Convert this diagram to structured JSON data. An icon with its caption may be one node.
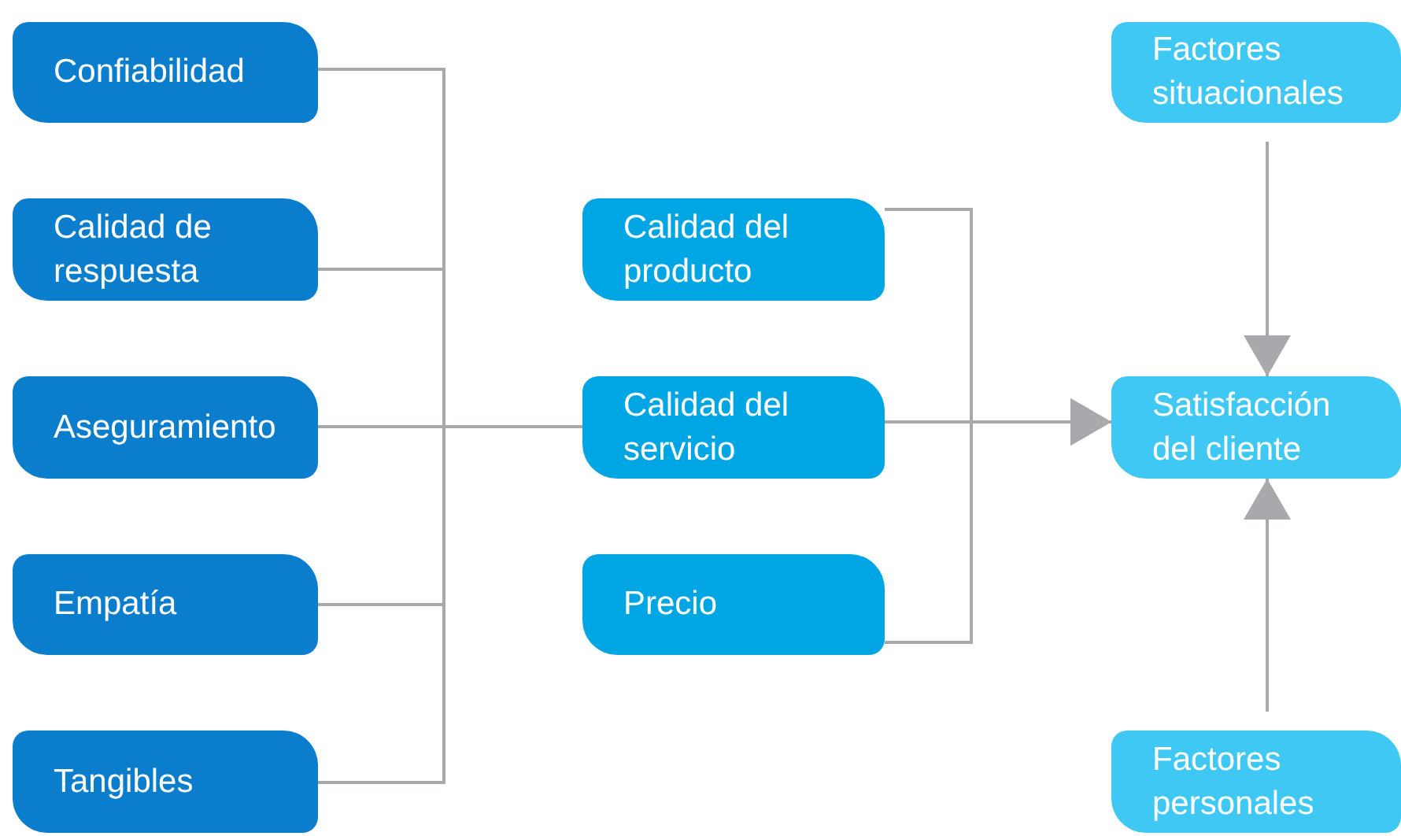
{
  "diagram": {
    "nodes": [
      {
        "text": [
          "Confiabilidad"
        ]
      },
      {
        "text": [
          "Calidad de respuesta"
        ]
      },
      {
        "text": [
          "Aseguramiento"
        ]
      },
      {
        "text": [
          "Empatía"
        ]
      },
      {
        "text": [
          "Tangibles"
        ]
      },
      {
        "text": [
          "Calidad del producto"
        ]
      },
      {
        "text": [
          "Calidad del servicio"
        ]
      },
      {
        "text": [
          "Precio"
        ]
      },
      {
        "text": [
          "Factores situacionales"
        ]
      },
      {
        "text": [
          "Satisfacción del cliente"
        ]
      },
      {
        "text": [
          "Factores personales"
        ]
      }
    ],
    "edges": [
      {
        "from": 0,
        "to": 6,
        "arrow": "none"
      },
      {
        "from": 1,
        "to": 6,
        "arrow": "none"
      },
      {
        "from": 2,
        "to": 6,
        "arrow": "none"
      },
      {
        "from": 3,
        "to": 6,
        "arrow": "none"
      },
      {
        "from": 4,
        "to": 6,
        "arrow": "none"
      },
      {
        "from": 5,
        "to": 9,
        "arrow": "to"
      },
      {
        "from": 6,
        "to": 9,
        "arrow": "to"
      },
      {
        "from": 7,
        "to": 9,
        "arrow": "to"
      },
      {
        "from": 8,
        "to": 9,
        "arrow": "to"
      },
      {
        "from": 10,
        "to": 9,
        "arrow": "to"
      }
    ]
  }
}
